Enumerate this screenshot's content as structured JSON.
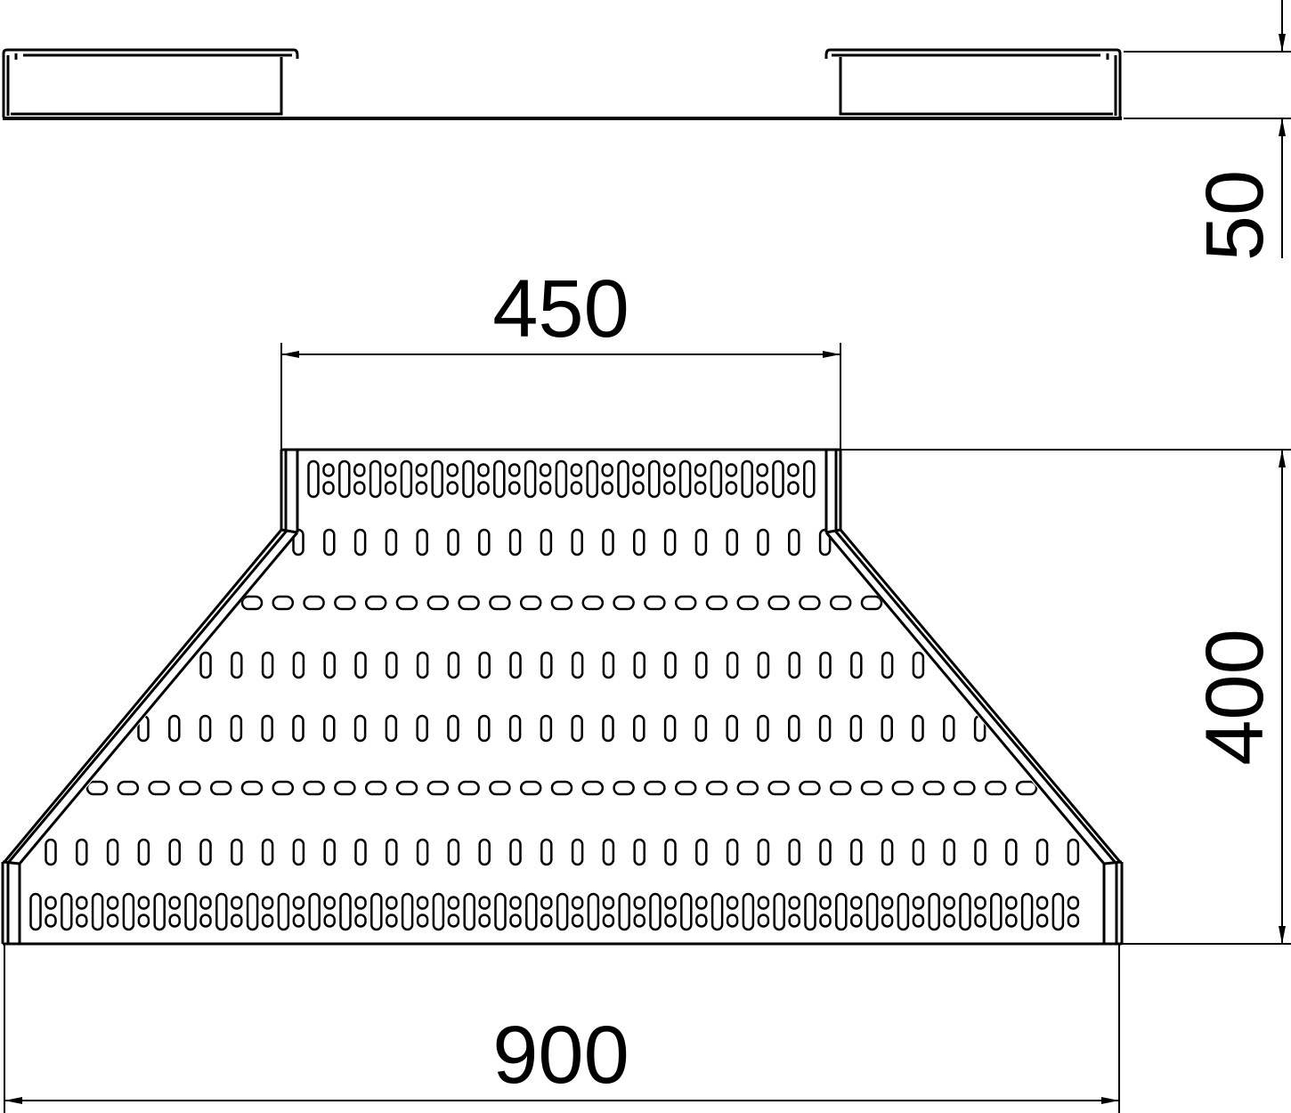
{
  "drawing": {
    "dimensions": {
      "height": "50",
      "top_width": "450",
      "depth": "400",
      "bottom_width": "900"
    }
  }
}
